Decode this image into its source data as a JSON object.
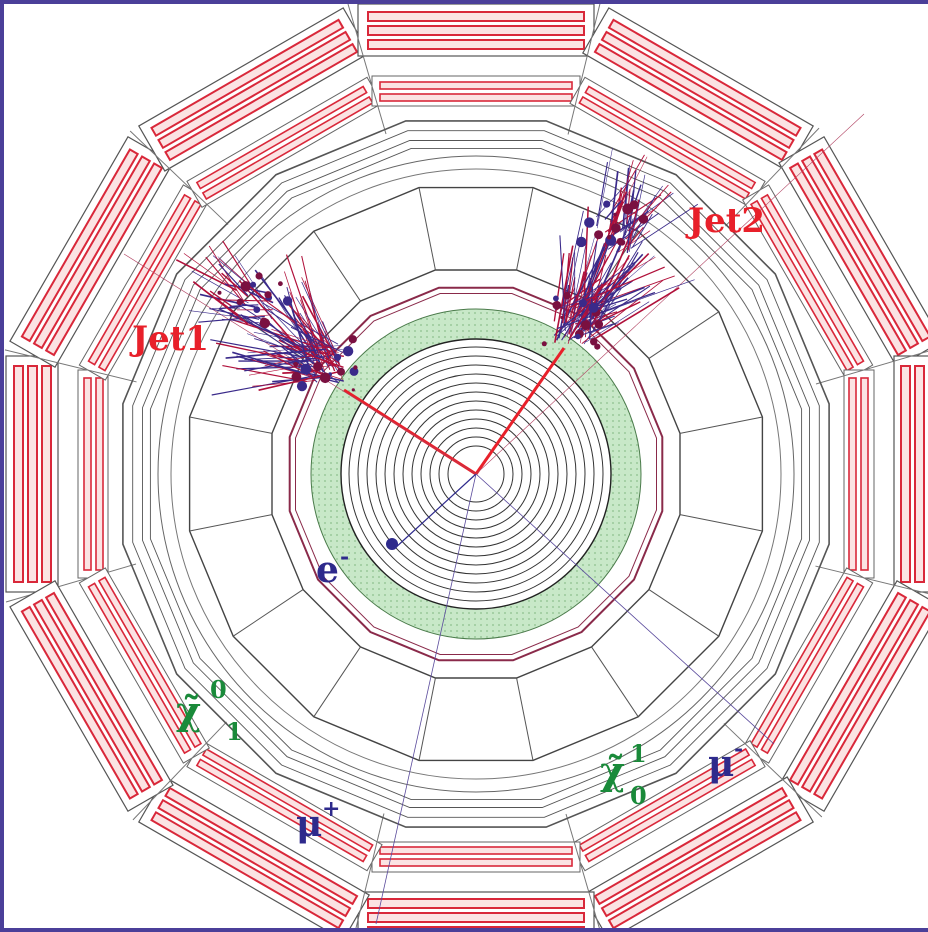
{
  "labels": {
    "jet1": "Jet1",
    "jet2": "Jet2",
    "electron": {
      "symbol": "e",
      "charge": "-"
    },
    "neutralino_left": {
      "symbol": "χ̃",
      "sup": "0",
      "sub": "1"
    },
    "neutralino_right": {
      "symbol": "χ̃",
      "sup": "1",
      "sub": "0"
    },
    "muon_plus": {
      "symbol": "μ",
      "charge": "+"
    },
    "muon_minus": {
      "symbol": "μ",
      "charge": "-"
    }
  },
  "colors": {
    "frame": "#4b3f99",
    "jet": "#e8202a",
    "track": "#b0103a",
    "calorimeter_green": "#bfe3bf",
    "muon_chamber": "#d9283a",
    "lepton_label": "#2e2a8c",
    "neutralino_label": "#1a8a3a"
  }
}
